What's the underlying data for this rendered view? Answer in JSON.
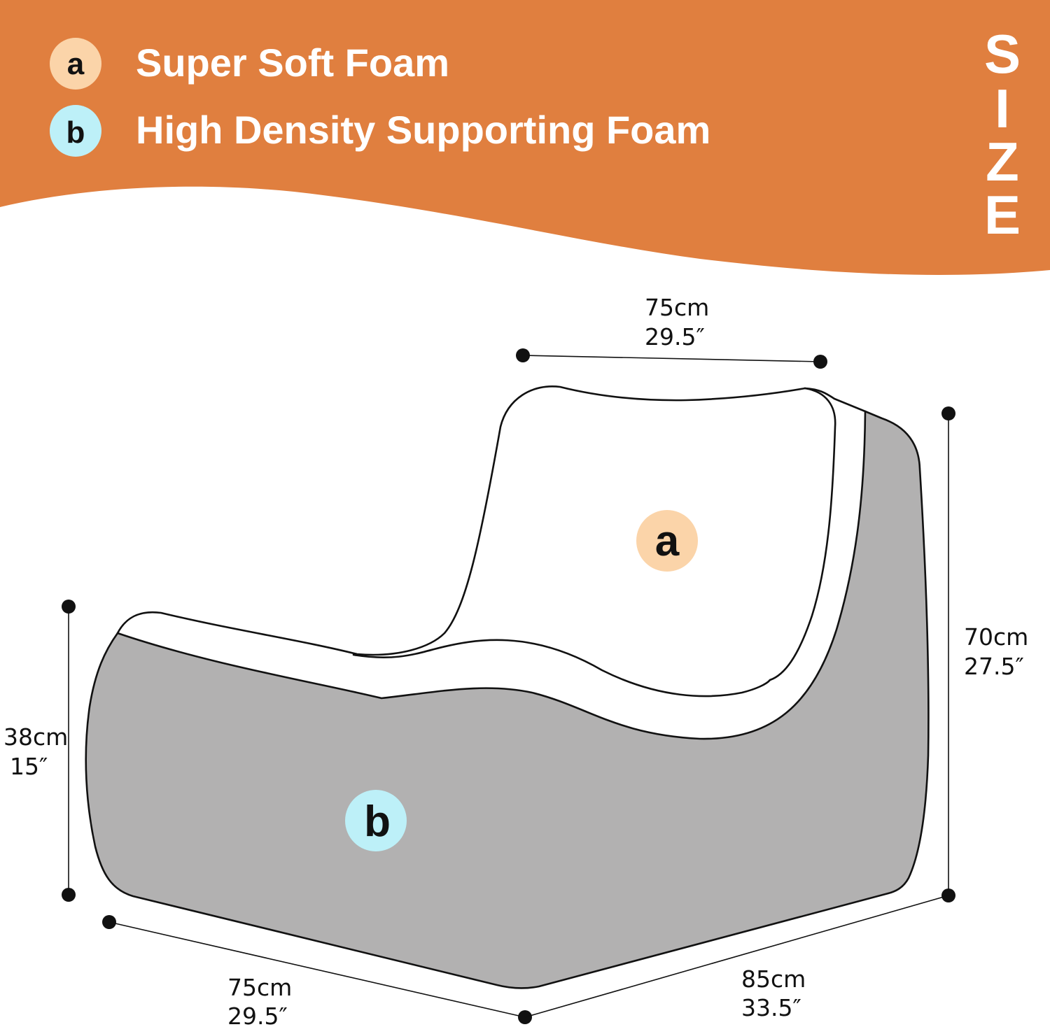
{
  "colors": {
    "banner": "#E07F3F",
    "foam_a_badge": "#FBD4A9",
    "foam_b_badge": "#BDF0F8",
    "base_fill": "#B2B1B1",
    "line": "#111111"
  },
  "legend": {
    "items": [
      {
        "key": "a",
        "label": "Super Soft Foam"
      },
      {
        "key": "b",
        "label": "High Density Supporting Foam"
      }
    ]
  },
  "size_heading": [
    "S",
    "I",
    "Z",
    "E"
  ],
  "diagram": {
    "parts": {
      "a": {
        "badge": "a"
      },
      "b": {
        "badge": "b"
      }
    },
    "dimensions": {
      "top_width": {
        "cm": "75cm",
        "inch": "29.5″"
      },
      "total_height": {
        "cm": "70cm",
        "inch": "27.5″"
      },
      "seat_height": {
        "cm": "38cm",
        "inch": "15″"
      },
      "front_width": {
        "cm": "75cm",
        "inch": "29.5″"
      },
      "depth": {
        "cm": "85cm",
        "inch": "33.5″"
      }
    }
  }
}
